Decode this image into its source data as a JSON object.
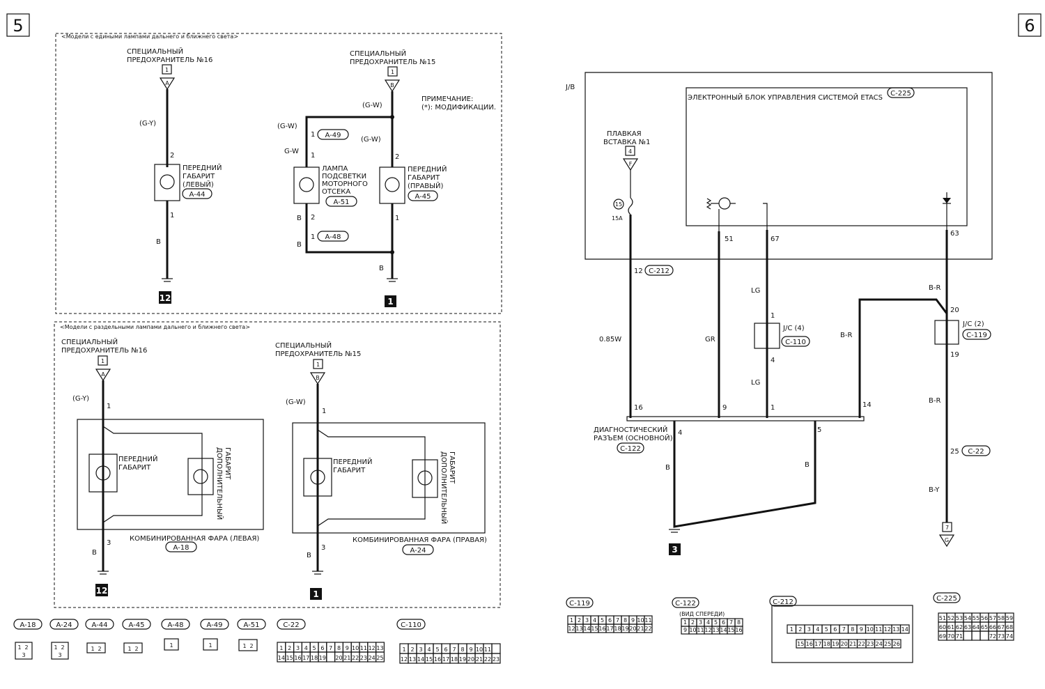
{
  "pages": {
    "left_num": "5",
    "right_num": "6"
  },
  "panel_top": {
    "title": "<Модели с едиными лампами дальнего и ближнего света>",
    "fuse16_l1": "СПЕЦИАЛЬНЫЙ",
    "fuse16_l2": "ПРЕДОХРАНИТЕЛЬ №16",
    "fuse16_box": "1",
    "fuse16_pin": "A",
    "fuse15_l1": "СПЕЦИАЛЬНЫЙ",
    "fuse15_l2": "ПРЕДОХРАНИТЕЛЬ №15",
    "fuse15_box": "1",
    "fuse15_pin": "B",
    "note_l1": "ПРИМЕЧАНИЕ:",
    "note_l2": "(*): МОДИФИКАЦИИ.",
    "wire_gy": "(G-Y)",
    "wire_gw_top": "(G-W)",
    "wire_gw_left": "(G-W)",
    "wire_gw_mid": "(G-W)",
    "wire_gw_plain": "G-W",
    "wire_b1": "B",
    "wire_b2": "B",
    "wire_b3": "B",
    "wire_b4": "B",
    "lamp_left_l1": "ПЕРЕДНИЙ",
    "lamp_left_l2": "ГАБАРИТ",
    "lamp_left_l3": "(ЛЕВЫЙ)",
    "lamp_left_conn": "A-44",
    "lamp_right_l1": "ПЕРЕДНИЙ",
    "lamp_right_l2": "ГАБАРИТ",
    "lamp_right_l3": "(ПРАВЫЙ)",
    "lamp_right_conn": "A-45",
    "engine_l1": "ЛАМПА",
    "engine_l2": "ПОДСВЕТКИ",
    "engine_l3": "МОТОРНОГО",
    "engine_l4": "ОТСЕКА",
    "engine_conn": "A-51",
    "conn_a49": "A-49",
    "conn_a48": "A-48",
    "pin_2a": "2",
    "pin_1a": "1",
    "pin_2b": "2",
    "pin_1b": "1",
    "pin_1c": "1",
    "pin_1d": "1",
    "pin_2c": "2",
    "pin_1e": "1",
    "ground_left": "12",
    "ground_right": "1"
  },
  "panel_bottom": {
    "title": "<Модели с раздельными лампами дальнего и ближнего света>",
    "fuse16_l1": "СПЕЦИАЛЬНЫЙ",
    "fuse16_l2": "ПРЕДОХРАНИТЕЛЬ №16",
    "fuse16_box": "1",
    "fuse16_pin": "A",
    "fuse15_l1": "СПЕЦИАЛЬНЫЙ",
    "fuse15_l2": "ПРЕДОХРАНИТЕЛЬ №15",
    "fuse15_box": "1",
    "fuse15_pin": "B",
    "wire_gy": "(G-Y)",
    "wire_gw": "(G-W)",
    "wire_b1": "B",
    "wire_b2": "B",
    "pin_1l": "1",
    "pin_3l": "3",
    "pin_1r": "1",
    "pin_3r": "3",
    "front_l1": "ПЕРЕДНИЙ",
    "front_l2": "ГАБАРИТ",
    "front_r1": "ПЕРЕДНИЙ",
    "front_r2": "ГАБАРИТ",
    "extra_l": "ДОПОЛНИТЕЛЬНЫЙ",
    "extra_l2": "ГАБАРИТ",
    "extra_r": "ДОПОЛНИТЕЛЬНЫЙ",
    "extra_r2": "ГАБАРИТ",
    "combo_left": "КОМБИНИРОВАННАЯ ФАРА (ЛЕВАЯ)",
    "combo_left_conn": "A-18",
    "combo_right": "КОМБИНИРОВАННАЯ ФАРА (ПРАВАЯ)",
    "combo_right_conn": "A-24",
    "ground_left": "12",
    "ground_right": "1"
  },
  "connectors_left": [
    "A-18",
    "A-24",
    "A-44",
    "A-45",
    "A-48",
    "A-49",
    "A-51",
    "C-22",
    "C-110"
  ],
  "conn_c22_top": [
    "1",
    "2",
    "3",
    "4",
    "5",
    "6",
    "7",
    "8",
    "9",
    "10",
    "11",
    "12",
    "13"
  ],
  "conn_c22_bot": [
    "14",
    "15",
    "16",
    "17",
    "18",
    "19",
    "",
    "20",
    "21",
    "22",
    "23",
    "24",
    "25"
  ],
  "conn_c110_top": [
    "1",
    "2",
    "3",
    "4",
    "5",
    "6",
    "7",
    "8",
    "9",
    "10",
    "11"
  ],
  "conn_c110_bot": [
    "12",
    "13",
    "14",
    "15",
    "16",
    "17",
    "18",
    "19",
    "20",
    "21",
    "22",
    "23"
  ],
  "right": {
    "jb": "J/B",
    "etacs": "ЭЛЕКТРОННЫЙ БЛОК УПРАВЛЕНИЯ СИСТЕМОЙ ETACS",
    "etacs_conn": "C-225",
    "fuse_l1": "ПЛАВКАЯ",
    "fuse_l2": "ВСТАВКА №1",
    "fuse_box": "4",
    "fuse_pin": "F",
    "fuse_num": "15",
    "fuse_amp": "15A",
    "pin_51": "51",
    "pin_67": "67",
    "pin_63": "63",
    "c212_pin": "12",
    "c212_conn": "C-212",
    "wire_085w": "0.85W",
    "wire_gr": "GR",
    "wire_lg1": "LG",
    "wire_lg2": "LG",
    "wire_br1": "B-R",
    "wire_br2": "B-R",
    "wire_br3": "B-R",
    "wire_by": "B-Y",
    "wire_b_left": "B",
    "wire_b_right": "B",
    "jc4": "J/C (4)",
    "jc4_conn": "C-110",
    "jc4_pin1": "1",
    "jc4_pin4": "4",
    "jc2": "J/C (2)",
    "jc2_conn": "C-119",
    "jc2_pin20": "20",
    "jc2_pin19": "19",
    "diag_pin16": "16",
    "diag_pin9": "9",
    "diag_pin1": "1",
    "diag_pin14": "14",
    "diag_pin4": "4",
    "diag_pin5": "5",
    "diag_l1": "ДИАГНОСТИЧЕСКИЙ",
    "diag_l2": "РАЗЪЕМ (ОСНОВНОЙ)",
    "diag_conn": "C-122",
    "c22_pin": "25",
    "c22_conn": "C-22",
    "ground": "3",
    "out_box": "7",
    "out_pin": "G"
  },
  "connectors_right": [
    "C-119",
    "C-122",
    "C-212",
    "C-225"
  ],
  "c122_view": "(ВИД СПЕРЕДИ)",
  "conn_c119_top": [
    "1",
    "2",
    "3",
    "4",
    "5",
    "6",
    "7",
    "8",
    "9",
    "10",
    "11"
  ],
  "conn_c119_bot": [
    "12",
    "13",
    "14",
    "15",
    "16",
    "17",
    "18",
    "19",
    "20",
    "21",
    "22"
  ],
  "conn_c122_top": [
    "1",
    "2",
    "3",
    "4",
    "5",
    "6",
    "7",
    "8"
  ],
  "conn_c122_bot": [
    "9",
    "10",
    "11",
    "12",
    "13",
    "14",
    "15",
    "16"
  ],
  "conn_c212_r1": [
    "1",
    "2",
    "3",
    "4",
    "5",
    "6",
    "7",
    "8",
    "9",
    "10",
    "11",
    "12",
    "13",
    "14"
  ],
  "conn_c212_r2": [
    "15",
    "16",
    "17",
    "18",
    "19",
    "20",
    "21",
    "22",
    "23",
    "24",
    "25",
    "26"
  ],
  "conn_c225_r1": [
    "51",
    "52",
    "53",
    "54",
    "55",
    "56",
    "57",
    "58",
    "59"
  ],
  "conn_c225_r2": [
    "60",
    "61",
    "62",
    "63",
    "64",
    "65",
    "66",
    "67",
    "68"
  ],
  "conn_c225_r3": [
    "69",
    "70",
    "71",
    "",
    "",
    "",
    "72",
    "73",
    "74"
  ]
}
